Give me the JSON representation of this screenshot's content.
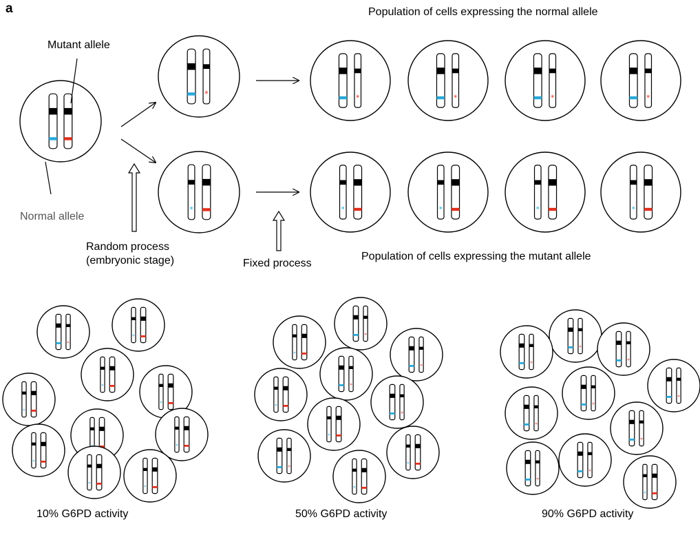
{
  "panel_label": "a",
  "colors": {
    "normal_allele": "#29a8d8",
    "mutant_allele": "#e0311f",
    "band": "#000000",
    "outline": "#000000"
  },
  "labels": {
    "mutant_allele": "Mutant allele",
    "normal_allele": "Normal allele",
    "random_process_line1": "Random process",
    "random_process_line2": "(embryonic stage)",
    "fixed_process": "Fixed process",
    "normal_population": "Population of cells expressing the normal allele",
    "mutant_population": "Population of cells expressing the mutant allele"
  },
  "activity_panels": [
    {
      "label": "10% G6PD activity",
      "normal_expressing_cells": 1,
      "total_cells": 10
    },
    {
      "label": "50% G6PD activity",
      "normal_expressing_cells": 5,
      "total_cells": 10
    },
    {
      "label": "90% G6PD activity",
      "normal_expressing_cells": 9,
      "total_cells": 10
    }
  ]
}
